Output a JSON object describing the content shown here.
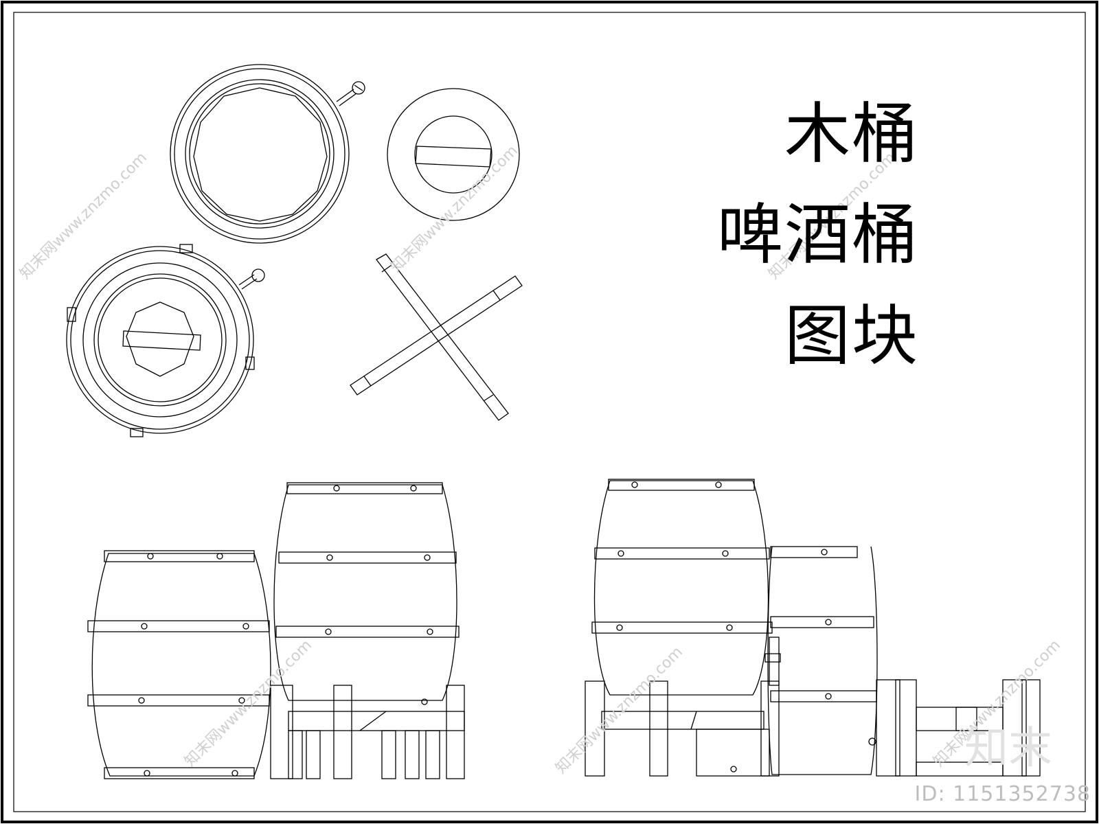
{
  "title": {
    "line1": "木桶",
    "line2": "啤酒桶",
    "line3": "图块"
  },
  "watermark": {
    "site_text": "知末网www.znzmo.com",
    "logo_text": "知末",
    "id_text": "ID: 1151352738"
  },
  "colors": {
    "line": "#000000",
    "background": "#ffffff",
    "watermark": "#cfcfcf"
  }
}
